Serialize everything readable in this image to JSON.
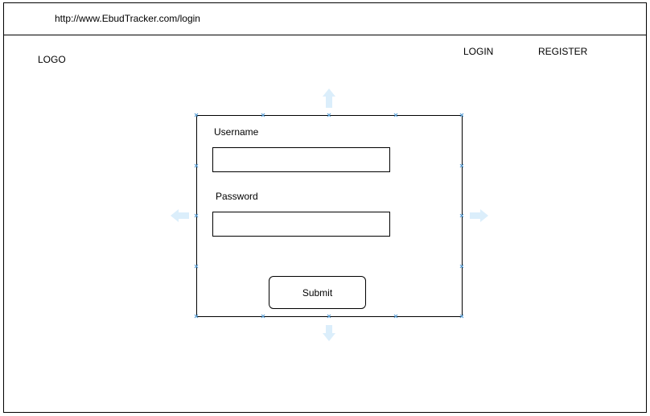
{
  "browser": {
    "url": "http://www.EbudTracker.com/login"
  },
  "header": {
    "logo": "LOGO",
    "nav": {
      "login": "LOGIN",
      "register": "REGISTER"
    }
  },
  "login_form": {
    "username_label": "Username",
    "username_value": "",
    "password_label": "Password",
    "password_value": "",
    "submit_label": "Submit"
  },
  "colors": {
    "selection_handle": "#5aa0d8",
    "resize_arrow": "#dbeefb"
  }
}
